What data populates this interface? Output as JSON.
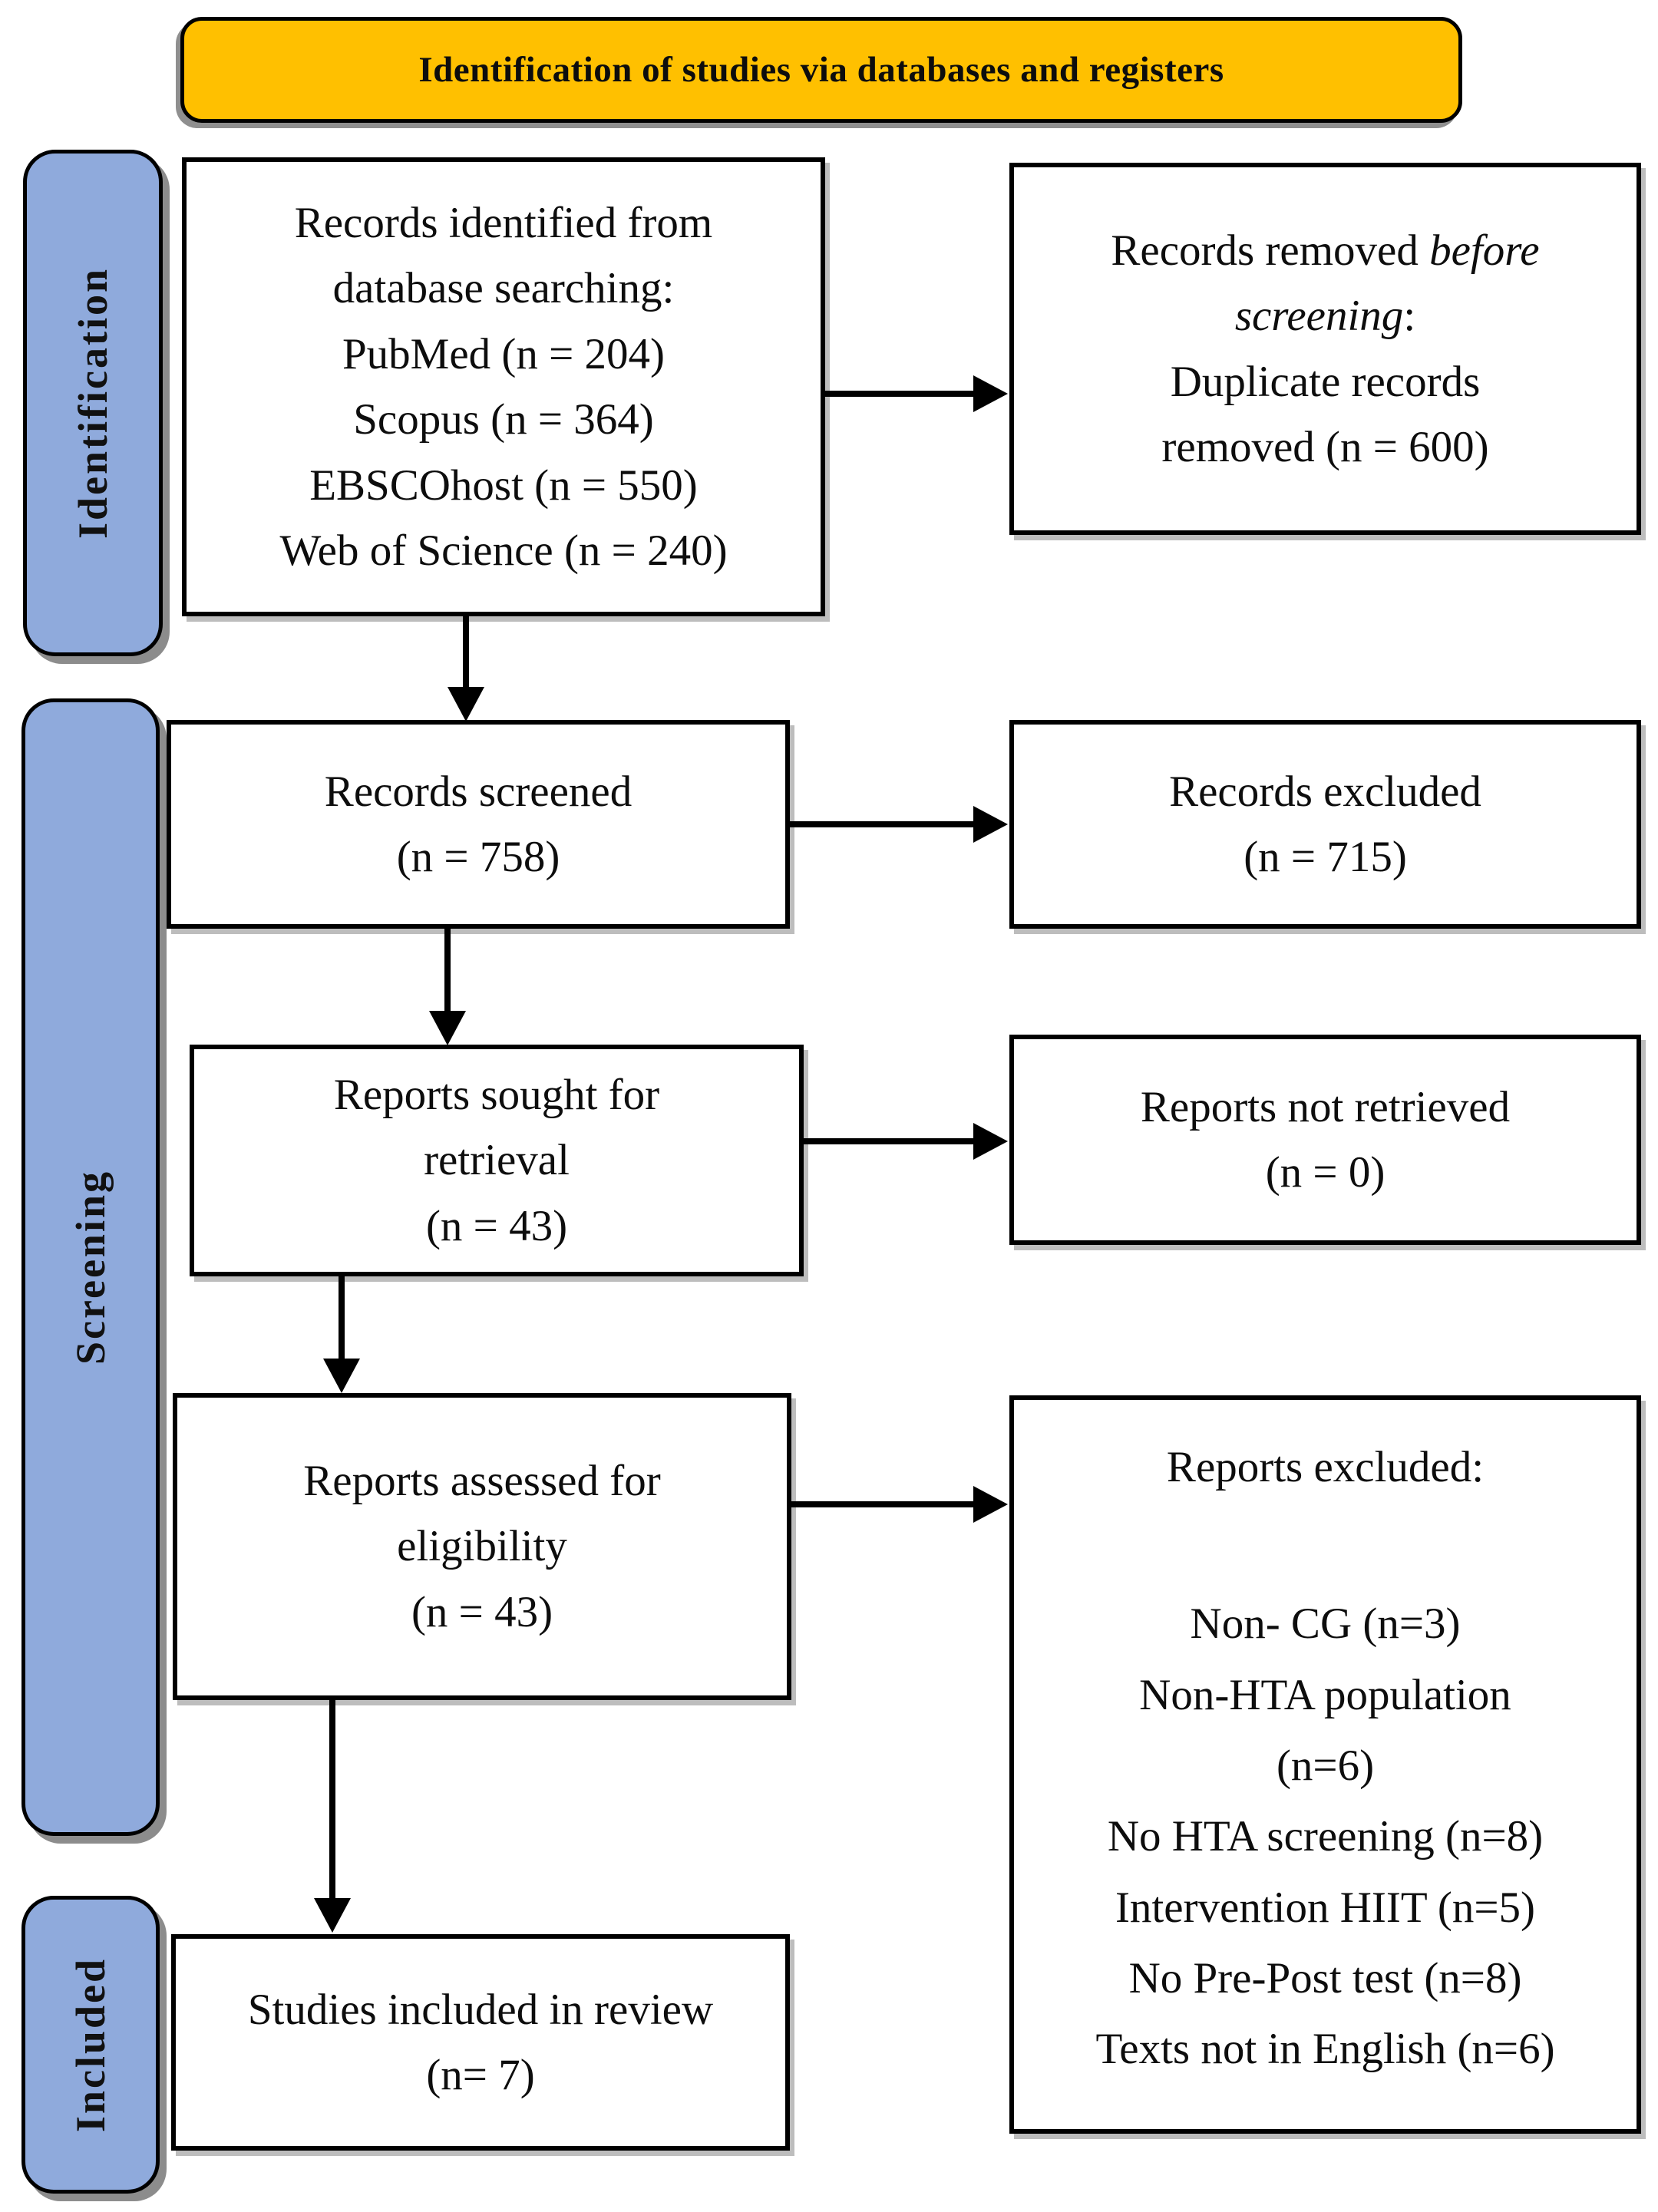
{
  "banner": {
    "title": "Identification of studies via databases and registers"
  },
  "stages": {
    "identification": "Identification",
    "screening": "Screening",
    "included": "Included"
  },
  "boxes": {
    "records_identified": {
      "lines": [
        "Records identified from",
        "database searching:",
        "PubMed (n = 204)",
        "Scopus (n = 364)",
        "EBSCOhost (n = 550)",
        "Web of Science (n = 240)"
      ]
    },
    "records_removed": {
      "l1_regular": "Records removed ",
      "l1_italic": "before",
      "l2_italic": "screening",
      "l2_regular": ":",
      "l3": "Duplicate records",
      "l4": "removed (n = 600)"
    },
    "records_screened": {
      "lines": [
        "Records screened",
        "(n = 758)"
      ]
    },
    "records_excluded": {
      "lines": [
        "Records excluded",
        "(n = 715)"
      ]
    },
    "reports_sought": {
      "lines": [
        "Reports sought for",
        "retrieval",
        "(n = 43)"
      ]
    },
    "reports_not_retrieved": {
      "lines": [
        "Reports not retrieved",
        "(n = 0)"
      ]
    },
    "reports_assessed": {
      "lines": [
        "Reports assessed for",
        "eligibility",
        "(n = 43)"
      ]
    },
    "reports_excluded": {
      "heading": "Reports excluded:",
      "lines": [
        "Non- CG (n=3)",
        "Non-HTA population",
        "(n=6)",
        "No HTA screening (n=8)",
        "Intervention HIIT (n=5)",
        "No Pre-Post test (n=8)",
        "Texts not in English (n=6)"
      ]
    },
    "studies_included": {
      "lines": [
        "Studies included in review",
        "(n= 7)"
      ]
    }
  },
  "colors": {
    "banner_bg": "#FFC000",
    "stage_bg": "#8FAADC",
    "box_border": "#000000",
    "shadow": "#BDBDBD"
  }
}
